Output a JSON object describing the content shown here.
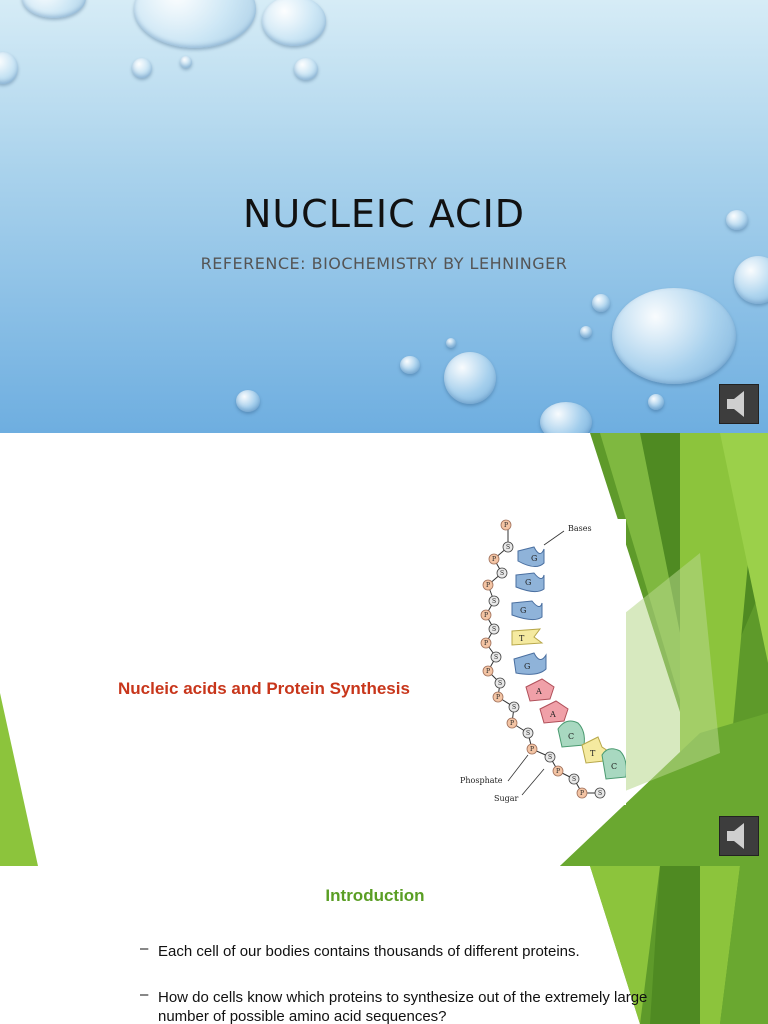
{
  "slide1": {
    "title": "NUCLEIC ACID",
    "subtitle": "REFERENCE:  BIOCHEMISTRY BY LEHNINGER"
  },
  "slide2": {
    "heading": "Nucleic acids and Protein Synthesis",
    "figure": {
      "bases_label": "Bases",
      "phosphate_label": "Phosphate",
      "sugar_label": "Sugar",
      "phosphate_letter": "P",
      "sugar_letter": "S",
      "bases": [
        "G",
        "G",
        "G",
        "T",
        "G",
        "A",
        "A",
        "C",
        "T",
        "C"
      ]
    }
  },
  "slide3": {
    "heading": "Introduction",
    "bullets": [
      "Each cell of our bodies contains thousands of different proteins.",
      "How do cells know which proteins to synthesize out of the extremely large number of possible amino acid sequences?"
    ],
    "bullet_marker": "–"
  },
  "icons": {
    "audio": "speaker-icon"
  },
  "colors": {
    "heading_red": "#c8361b",
    "heading_green": "#5a9e24",
    "sky_blue": "#6eaee0",
    "leaf_green": "#6ea52c"
  }
}
